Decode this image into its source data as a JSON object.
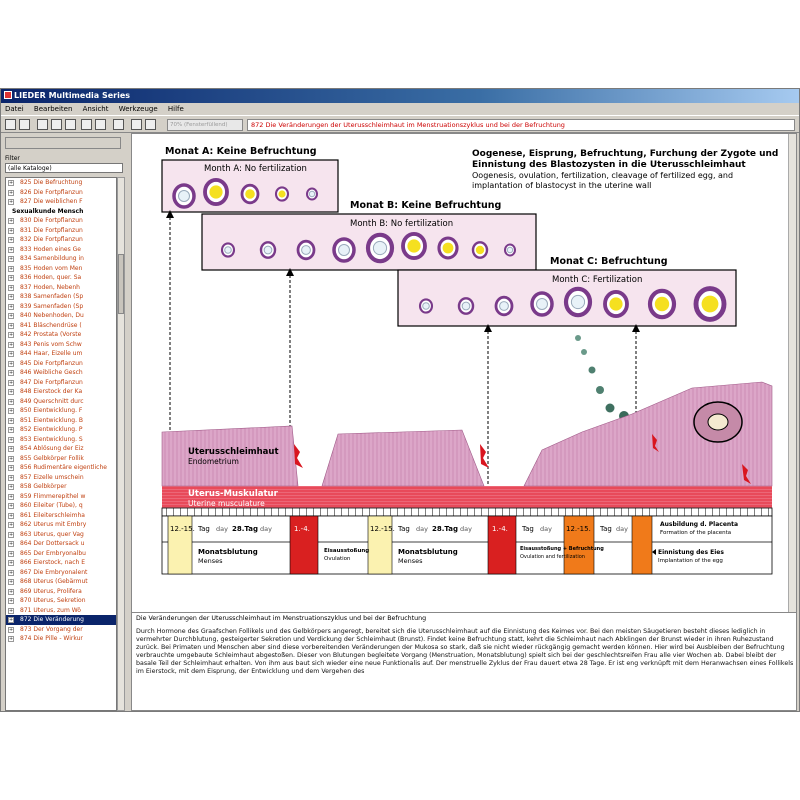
{
  "window": {
    "title": "LIEDER Multimedia Series"
  },
  "menu": [
    "Datei",
    "Bearbeiten",
    "Ansicht",
    "Werkzeuge",
    "Hilfe"
  ],
  "toolbar": {
    "zoom": "70% (Fensterfüllend)",
    "doc_title": "872 Die Veränderungen der Uterusschleimhaut im Menstruationszyklus und bei der Befruchtung"
  },
  "sidebar": {
    "filter_label": "Filter",
    "filter_value": "(alle Kataloge)",
    "items": [
      {
        "text": "825 Die Befruchtung",
        "type": "item"
      },
      {
        "text": "826 Die Fortpflanzun",
        "type": "item"
      },
      {
        "text": "827 Die weiblichen F",
        "type": "item"
      },
      {
        "text": "Sexualkunde Mensch",
        "type": "group"
      },
      {
        "text": "830 Die Fortpflanzun",
        "type": "item"
      },
      {
        "text": "831 Die Fortpflanzun",
        "type": "item"
      },
      {
        "text": "832 Die Fortpflanzun",
        "type": "item"
      },
      {
        "text": "833 Hoden eines Ge",
        "type": "item"
      },
      {
        "text": "834 Samenbildung in",
        "type": "item"
      },
      {
        "text": "835 Hoden vom Men",
        "type": "item"
      },
      {
        "text": "836 Hoden, quer. Sa",
        "type": "item"
      },
      {
        "text": "837 Hoden, Nebenh",
        "type": "item"
      },
      {
        "text": "838 Samenfaden (Sp",
        "type": "item"
      },
      {
        "text": "839 Samenfaden (Sp",
        "type": "item"
      },
      {
        "text": "840 Nebenhoden, Du",
        "type": "item"
      },
      {
        "text": "841 Bläschendrüse (",
        "type": "item"
      },
      {
        "text": "842 Prostata (Vorste",
        "type": "item"
      },
      {
        "text": "843 Penis vom Schw",
        "type": "item"
      },
      {
        "text": "844 Haar, Eizelle um",
        "type": "item"
      },
      {
        "text": "845 Die Fortpflanzun",
        "type": "item"
      },
      {
        "text": "846 Weibliche Gesch",
        "type": "item"
      },
      {
        "text": "847 Die Fortpflanzun",
        "type": "item"
      },
      {
        "text": "848 Eierstock der Ka",
        "type": "item"
      },
      {
        "text": "849 Querschnitt durc",
        "type": "item"
      },
      {
        "text": "850 Eientwicklung. F",
        "type": "item"
      },
      {
        "text": "851 Eientwicklung. B",
        "type": "item"
      },
      {
        "text": "852 Eientwicklung. P",
        "type": "item"
      },
      {
        "text": "853 Eientwicklung. S",
        "type": "item"
      },
      {
        "text": "854 Ablösung der Eiz",
        "type": "item"
      },
      {
        "text": "855 Gelbkörper Follik",
        "type": "item"
      },
      {
        "text": "856 Rudimentäre eigentliche",
        "type": "item"
      },
      {
        "text": "857 Eizelle umschein",
        "type": "item"
      },
      {
        "text": "858 Gelbkörper",
        "type": "item"
      },
      {
        "text": "859 Flimmerepithel w",
        "type": "item"
      },
      {
        "text": "860 Eileiter (Tube), q",
        "type": "item"
      },
      {
        "text": "861 Eileiterschleimha",
        "type": "item"
      },
      {
        "text": "862 Uterus mit Embry",
        "type": "item"
      },
      {
        "text": "863 Uterus, quer Vag",
        "type": "item"
      },
      {
        "text": "864 Der Dottersack u",
        "type": "item"
      },
      {
        "text": "865 Der Embryonalbu",
        "type": "item"
      },
      {
        "text": "866 Eierstock, nach E",
        "type": "item"
      },
      {
        "text": "867 Die Embryonalent",
        "type": "item"
      },
      {
        "text": "868 Uterus (Gebärmut",
        "type": "item"
      },
      {
        "text": "869 Uterus, Prolifera",
        "type": "item"
      },
      {
        "text": "870 Uterus, Sekretion",
        "type": "item"
      },
      {
        "text": "871 Uterus, zum Wö",
        "type": "item"
      },
      {
        "text": "872 Die Veränderung",
        "type": "selected"
      },
      {
        "text": "873 Der Vorgang der",
        "type": "item"
      },
      {
        "text": "874 Die Pille - Wirkur",
        "type": "item"
      }
    ]
  },
  "diagram": {
    "heading_de": "Oogenese, Eisprung, Befruchtung, Furchung der Zygote und Einnistung des Blastozysten in die Uterusschleimhaut",
    "heading_en": "Oogenesis, ovulation, fertilization, cleavage of fertilized egg, and implantation of blastocyst in the uterine wall",
    "month_a_de": "Monat A:  Keine Befruchtung",
    "month_a_en": "Month A:   No fertilization",
    "month_b_de": "Monat B:  Keine Befruchtung",
    "month_b_en": "Month B:   No fertilization",
    "month_c_de": "Monat C:  Befruchtung",
    "month_c_en": "Month C:   Fertilization",
    "label_mucosa_de": "Uterusschleimhaut",
    "label_mucosa_en": "Endometrium",
    "label_muscle_de": "Uterus-Muskulatur",
    "label_muscle_en": "Uterine musculature",
    "row_days": {
      "d12_15": "12.-15.",
      "tag": "Tag",
      "day": "day",
      "tag28": "28.Tag",
      "d1_4": "1.-4."
    },
    "legend": {
      "placenta_de": "Ausbildung d. Placenta",
      "placenta_en": "Formation of the placenta",
      "menses_de": "Monatsblutung",
      "menses_en": "Menses",
      "ovulation_de": "Eisausstoßung",
      "ovulation_en": "Ovulation",
      "fert_de": "Eisausstoßung + Befruchtung",
      "fert_en": "Ovulation and fertilization",
      "implant_de": "Einnistung des Eies",
      "implant_en": "Implantation of the egg"
    },
    "colors": {
      "menses": "#d92020",
      "ovulation": "#fbf2b0",
      "placenta": "#f07a1a",
      "mucosa": "#d890b8",
      "panel": "#f6e4ee"
    }
  },
  "description": {
    "title": "Die Veränderungen der Uterusschleimhaut im Menstruationszyklus und bei der Befruchtung",
    "body": "Durch Hormone des Graafschen Follikels und des Gelbkörpers angeregt, bereitet sich die Uterusschleimhaut auf die Einnistung des Keimes vor. Bei den meisten Säugetieren besteht dieses lediglich in vermehrter Durchblutung, gesteigerter Sekretion und Verdickung der Schleimhaut (Brunst). Findet keine Befruchtung statt, kehrt die Schleimhaut nach Abklingen der Brunst wieder in ihren Ruhezustand zurück. Bei Primaten und Menschen aber sind diese vorbereitenden Veränderungen der Mukosa so stark, daß sie nicht wieder rückgängig gemacht werden können. Hier wird bei Ausbleiben der Befruchtung verbrauchte umgebaute Schleimhaut abgestoßen. Dieser von Blutungen begleitete Vorgang (Menstruation, Monatsblutung) spielt sich bei der geschlechtsreifen Frau alle vier Wochen ab. Dabei bleibt der basale Teil der Schleimhaut erhalten. Von ihm aus baut sich wieder eine neue Funktionalis auf. Der menstruelle Zyklus der Frau dauert etwa 28 Tage. Er ist eng verknüpft mit dem Heranwachsen eines Follikels im Eierstock, mit dem Eisprung, der Entwicklung und dem Vergehen des"
  }
}
